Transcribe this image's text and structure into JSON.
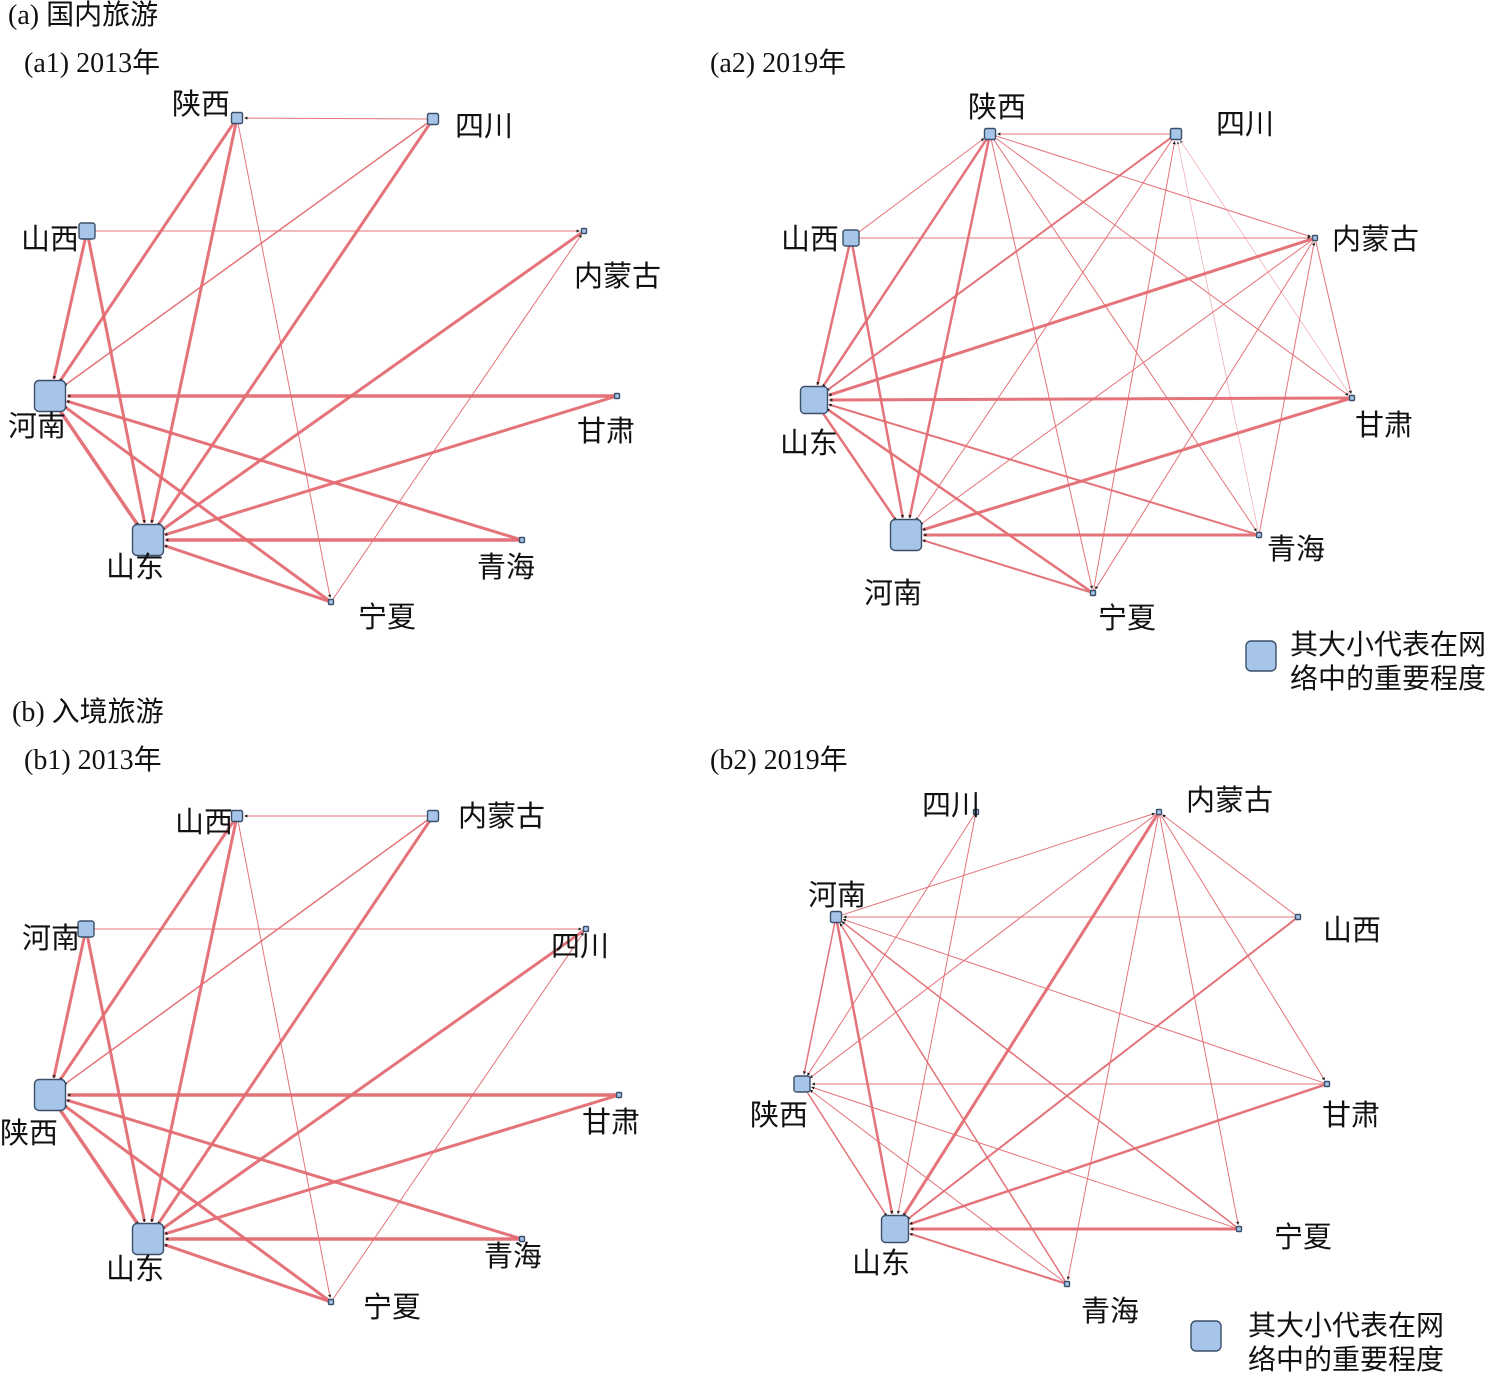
{
  "sections": [
    {
      "id": "a",
      "title": "(a) 国内旅游"
    },
    {
      "id": "b",
      "title": "(b) 入境旅游"
    }
  ],
  "panels": [
    {
      "id": "a1",
      "title": "(a1) 2013年",
      "nodes": [
        {
          "name": "陕西",
          "importance": 2
        },
        {
          "name": "四川",
          "importance": 2
        },
        {
          "name": "山西",
          "importance": 3
        },
        {
          "name": "内蒙古",
          "importance": 1
        },
        {
          "name": "河南",
          "importance": 5
        },
        {
          "name": "甘肃",
          "importance": 1
        },
        {
          "name": "山东",
          "importance": 5
        },
        {
          "name": "青海",
          "importance": 1
        },
        {
          "name": "宁夏",
          "importance": 1
        }
      ],
      "edges": [
        {
          "from": "四川",
          "to": "陕西",
          "weight": 1
        },
        {
          "from": "山西",
          "to": "内蒙古",
          "weight": 1
        },
        {
          "from": "陕西",
          "to": "河南",
          "weight": 3
        },
        {
          "from": "陕西",
          "to": "山东",
          "weight": 3
        },
        {
          "from": "陕西",
          "to": "宁夏",
          "weight": 1
        },
        {
          "from": "四川",
          "to": "河南",
          "weight": 1.5
        },
        {
          "from": "四川",
          "to": "山东",
          "weight": 3
        },
        {
          "from": "山西",
          "to": "河南",
          "weight": 3
        },
        {
          "from": "山西",
          "to": "山东",
          "weight": 3
        },
        {
          "from": "甘肃",
          "to": "河南",
          "weight": 3.5
        },
        {
          "from": "青海",
          "to": "河南",
          "weight": 3
        },
        {
          "from": "宁夏",
          "to": "河南",
          "weight": 3
        },
        {
          "from": "河南",
          "to": "山东",
          "weight": 3.5
        },
        {
          "from": "内蒙古",
          "to": "山东",
          "weight": 3
        },
        {
          "from": "甘肃",
          "to": "山东",
          "weight": 3
        },
        {
          "from": "青海",
          "to": "山东",
          "weight": 3.5
        },
        {
          "from": "宁夏",
          "to": "山东",
          "weight": 3
        },
        {
          "from": "宁夏",
          "to": "内蒙古",
          "weight": 1
        }
      ]
    },
    {
      "id": "a2",
      "title": "(a2) 2019年",
      "nodes": [
        {
          "name": "陕西",
          "importance": 2
        },
        {
          "name": "四川",
          "importance": 2
        },
        {
          "name": "内蒙古",
          "importance": 1
        },
        {
          "name": "山西",
          "importance": 3
        },
        {
          "name": "甘肃",
          "importance": 1
        },
        {
          "name": "山东",
          "importance": 4
        },
        {
          "name": "青海",
          "importance": 1
        },
        {
          "name": "河南",
          "importance": 5
        },
        {
          "name": "宁夏",
          "importance": 1
        }
      ],
      "edges": [
        {
          "from": "四川",
          "to": "陕西",
          "weight": 1
        },
        {
          "from": "陕西",
          "to": "内蒙古",
          "weight": 1
        },
        {
          "from": "山西",
          "to": "内蒙古",
          "weight": 1
        },
        {
          "from": "山西",
          "to": "陕西",
          "weight": 1
        },
        {
          "from": "山西",
          "to": "山东",
          "weight": 2.5
        },
        {
          "from": "山西",
          "to": "河南",
          "weight": 2.5
        },
        {
          "from": "陕西",
          "to": "山东",
          "weight": 2.5
        },
        {
          "from": "陕西",
          "to": "河南",
          "weight": 2.5
        },
        {
          "from": "陕西",
          "to": "甘肃",
          "weight": 1
        },
        {
          "from": "陕西",
          "to": "青海",
          "weight": 1
        },
        {
          "from": "陕西",
          "to": "宁夏",
          "weight": 1
        },
        {
          "from": "四川",
          "to": "山东",
          "weight": 2
        },
        {
          "from": "四川",
          "to": "河南",
          "weight": 1
        },
        {
          "from": "内蒙古",
          "to": "山东",
          "weight": 3
        },
        {
          "from": "内蒙古",
          "to": "河南",
          "weight": 1
        },
        {
          "from": "内蒙古",
          "to": "宁夏",
          "weight": 1
        },
        {
          "from": "内蒙古",
          "to": "甘肃",
          "weight": 1
        },
        {
          "from": "甘肃",
          "to": "山东",
          "weight": 3
        },
        {
          "from": "甘肃",
          "to": "河南",
          "weight": 3
        },
        {
          "from": "青海",
          "to": "山东",
          "weight": 2
        },
        {
          "from": "青海",
          "to": "河南",
          "weight": 3
        },
        {
          "from": "宁夏",
          "to": "山东",
          "weight": 2.5
        },
        {
          "from": "宁夏",
          "to": "河南",
          "weight": 2
        },
        {
          "from": "山东",
          "to": "河南",
          "weight": 2.5
        },
        {
          "from": "青海",
          "to": "四川",
          "weight": 0.7
        },
        {
          "from": "宁夏",
          "to": "四川",
          "weight": 1
        },
        {
          "from": "甘肃",
          "to": "四川",
          "weight": 0.7
        },
        {
          "from": "青海",
          "to": "内蒙古",
          "weight": 1
        }
      ]
    },
    {
      "id": "b1",
      "title": "(b1) 2013年",
      "nodes": [
        {
          "name": "山西",
          "importance": 2
        },
        {
          "name": "内蒙古",
          "importance": 2
        },
        {
          "name": "河南",
          "importance": 3
        },
        {
          "name": "四川",
          "importance": 1
        },
        {
          "name": "陕西",
          "importance": 5
        },
        {
          "name": "甘肃",
          "importance": 1
        },
        {
          "name": "山东",
          "importance": 5
        },
        {
          "name": "青海",
          "importance": 1
        },
        {
          "name": "宁夏",
          "importance": 1
        }
      ],
      "edges": [
        {
          "from": "内蒙古",
          "to": "山西",
          "weight": 1
        },
        {
          "from": "河南",
          "to": "四川",
          "weight": 1
        },
        {
          "from": "山西",
          "to": "陕西",
          "weight": 3
        },
        {
          "from": "山西",
          "to": "山东",
          "weight": 3
        },
        {
          "from": "山西",
          "to": "宁夏",
          "weight": 1
        },
        {
          "from": "内蒙古",
          "to": "陕西",
          "weight": 1.5
        },
        {
          "from": "内蒙古",
          "to": "山东",
          "weight": 3
        },
        {
          "from": "河南",
          "to": "陕西",
          "weight": 3
        },
        {
          "from": "河南",
          "to": "山东",
          "weight": 3
        },
        {
          "from": "甘肃",
          "to": "陕西",
          "weight": 3.5
        },
        {
          "from": "青海",
          "to": "陕西",
          "weight": 3
        },
        {
          "from": "宁夏",
          "to": "陕西",
          "weight": 3
        },
        {
          "from": "陕西",
          "to": "山东",
          "weight": 3.5
        },
        {
          "from": "四川",
          "to": "山东",
          "weight": 3
        },
        {
          "from": "甘肃",
          "to": "山东",
          "weight": 3
        },
        {
          "from": "青海",
          "to": "山东",
          "weight": 3.5
        },
        {
          "from": "宁夏",
          "to": "山东",
          "weight": 3
        },
        {
          "from": "宁夏",
          "to": "四川",
          "weight": 1
        }
      ]
    },
    {
      "id": "b2",
      "title": "(b2) 2019年",
      "nodes": [
        {
          "name": "四川",
          "importance": 1
        },
        {
          "name": "内蒙古",
          "importance": 1
        },
        {
          "name": "河南",
          "importance": 2
        },
        {
          "name": "山西",
          "importance": 1
        },
        {
          "name": "陕西",
          "importance": 3
        },
        {
          "name": "甘肃",
          "importance": 1
        },
        {
          "name": "山东",
          "importance": 4
        },
        {
          "name": "宁夏",
          "importance": 1
        },
        {
          "name": "青海",
          "importance": 1
        }
      ],
      "edges": [
        {
          "from": "河南",
          "to": "内蒙古",
          "weight": 1
        },
        {
          "from": "四川",
          "to": "陕西",
          "weight": 1
        },
        {
          "from": "四川",
          "to": "山东",
          "weight": 1
        },
        {
          "from": "山西",
          "to": "河南",
          "weight": 1
        },
        {
          "from": "山西",
          "to": "内蒙古",
          "weight": 1
        },
        {
          "from": "山西",
          "to": "山东",
          "weight": 2
        },
        {
          "from": "内蒙古",
          "to": "陕西",
          "weight": 1
        },
        {
          "from": "内蒙古",
          "to": "山东",
          "weight": 3
        },
        {
          "from": "内蒙古",
          "to": "青海",
          "weight": 1
        },
        {
          "from": "内蒙古",
          "to": "甘肃",
          "weight": 1
        },
        {
          "from": "内蒙古",
          "to": "宁夏",
          "weight": 1
        },
        {
          "from": "河南",
          "to": "陕西",
          "weight": 1.5
        },
        {
          "from": "河南",
          "to": "山东",
          "weight": 2.5
        },
        {
          "from": "甘肃",
          "to": "河南",
          "weight": 1
        },
        {
          "from": "宁夏",
          "to": "河南",
          "weight": 1.5
        },
        {
          "from": "青海",
          "to": "河南",
          "weight": 1.5
        },
        {
          "from": "甘肃",
          "to": "陕西",
          "weight": 1
        },
        {
          "from": "甘肃",
          "to": "山东",
          "weight": 2.5
        },
        {
          "from": "宁夏",
          "to": "陕西",
          "weight": 1
        },
        {
          "from": "宁夏",
          "to": "山东",
          "weight": 3
        },
        {
          "from": "青海",
          "to": "陕西",
          "weight": 1
        },
        {
          "from": "青海",
          "to": "山东",
          "weight": 2
        },
        {
          "from": "陕西",
          "to": "山东",
          "weight": 1.5
        }
      ]
    }
  ],
  "legend": {
    "line1": "其大小代表在网",
    "line2": "络中的重要程度"
  },
  "colors": {
    "edge": "#e36c73",
    "node_fill": "#a7c5e8",
    "node_stroke": "#3a4f6a",
    "arrow": "#111111"
  }
}
